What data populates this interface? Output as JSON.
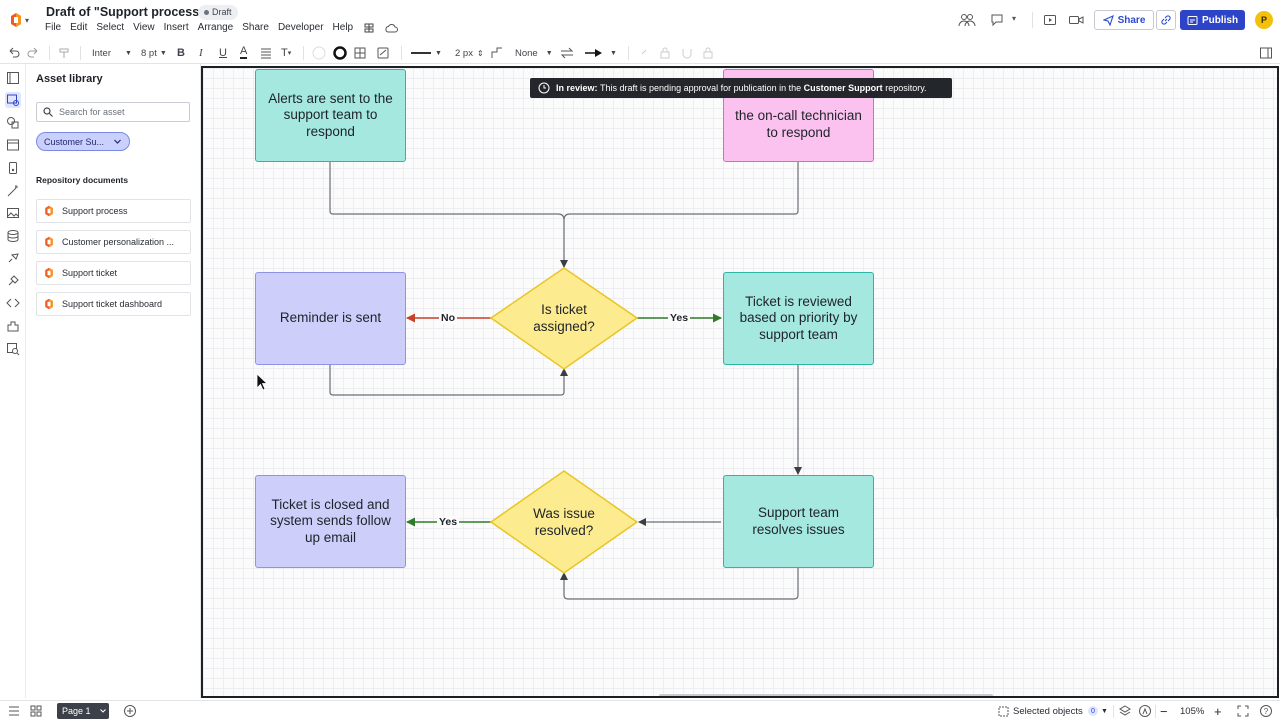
{
  "header": {
    "doc_title": "Draft of \"Support process \"",
    "badge": "Draft",
    "menu": [
      "File",
      "Edit",
      "Select",
      "View",
      "Insert",
      "Arrange",
      "Share",
      "Developer",
      "Help"
    ],
    "share_label": "Share",
    "publish_label": "Publish",
    "avatar_initial": "P"
  },
  "toolbar": {
    "font": "Inter",
    "font_size": "8 pt",
    "line_width": "2 px",
    "line_end": "None"
  },
  "panel": {
    "title": "Asset library",
    "search_placeholder": "Search for asset",
    "repository": "Customer Su...",
    "section_label": "Repository documents",
    "documents": [
      "Support process",
      "Customer personalization ...",
      "Support ticket",
      "Support ticket dashboard"
    ]
  },
  "canvas": {
    "banner_bold": "In review:",
    "banner_text_1": "This draft is pending approval for publication in the",
    "banner_repo": "Customer Support",
    "banner_text_2": "repository.",
    "nodes": {
      "alerts": "Alerts are sent to the support team to respond",
      "oncall": "the on-call technician to respond",
      "reminder": "Reminder is sent",
      "is_assigned": "Is ticket assigned?",
      "reviewed": "Ticket is reviewed based on priority by support team",
      "closed": "Ticket is closed and system sends follow up email",
      "resolved_q": "Was issue resolved?",
      "resolves": "Support team resolves issues"
    },
    "edge_labels": {
      "no": "No",
      "yes_right": "Yes",
      "yes_left": "Yes"
    },
    "colors": {
      "teal_fill": "#a4e8df",
      "pink_fill": "#fbc2ef",
      "purple_fill": "#cdcffa",
      "diamond_fill": "#fdeb8f",
      "no_arrow": "#c8412a",
      "yes_arrow": "#2f7a2b"
    }
  },
  "bottombar": {
    "page_label": "Page 1",
    "selected_objects": "Selected objects",
    "selected_count": "0",
    "zoom": "105%"
  }
}
